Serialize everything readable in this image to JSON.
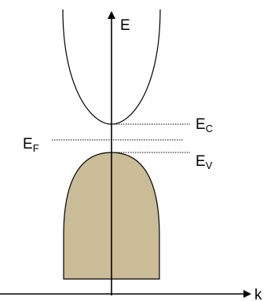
{
  "diagram": {
    "axes": {
      "vertical_label": "E",
      "horizontal_label": "k"
    },
    "levels": {
      "conduction": {
        "main": "E",
        "sub": "C"
      },
      "fermi": {
        "main": "E",
        "sub": "F"
      },
      "valence": {
        "main": "E",
        "sub": "V"
      }
    },
    "colors": {
      "valence_band_fill": "#c9bc96",
      "lines": "#000000"
    }
  }
}
